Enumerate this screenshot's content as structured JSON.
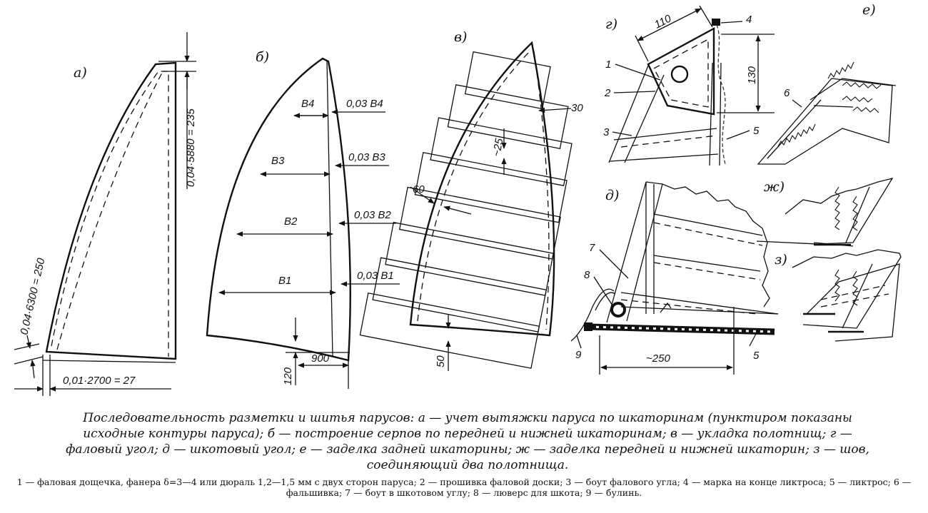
{
  "panels": {
    "a": {
      "label": "а)",
      "dim_top": "0,04·5880 = 235",
      "dim_left": "0,04·6300 = 250",
      "dim_bottom": "0,01·2700 = 27"
    },
    "b": {
      "label": "б)",
      "b4": "B4",
      "b3": "B3",
      "b2": "B2",
      "b1": "B1",
      "d4": "0,03 B4",
      "d3": "0,03 B3",
      "d2": "0,03 B2",
      "d1": "0,03 B1",
      "dim_120": "120",
      "dim_900": "900"
    },
    "v": {
      "label": "в)",
      "dim_30": "30",
      "dim_25": "~25",
      "dim_60": "60",
      "dim_50": "50"
    },
    "g": {
      "label": "г)",
      "dim_110": "110",
      "dim_130": "130",
      "n1": "1",
      "n2": "2",
      "n3": "3",
      "n4": "4",
      "n5": "5"
    },
    "d": {
      "label": "д)",
      "n7": "7",
      "n8": "8",
      "n9": "9",
      "n5": "5",
      "dim_250": "~250"
    },
    "e": {
      "label": "е)",
      "n6": "6"
    },
    "zh": {
      "label": "ж)"
    },
    "z": {
      "label": "з)"
    }
  },
  "caption": "Последовательность разметки и шитья парусов: а — учет вытяжки паруса по шкаторинам (пунктиром показаны исходные контуры паруса); б — построение серпов по передней и нижней шкаторинам; в — укладка полотнищ; г — фаловый угол; д — шкотовый угол; е — заделка задней шкаторины; ж — заделка передней и нижней шкаторин; з — шов, соединяющий два полотнища.",
  "legend": "1 — фаловая дощечка, фанера δ=3—4 или дюраль 1,2—1,5 мм с двух сторон паруса; 2 — прошивка фаловой доски; 3 — боут фалового угла; 4 — марка на конце ликтроса; 5 — ликтрос; 6 — фальшивка; 7 — боут в шкотовом углу; 8 — люверс для шкота; 9 — булинь."
}
